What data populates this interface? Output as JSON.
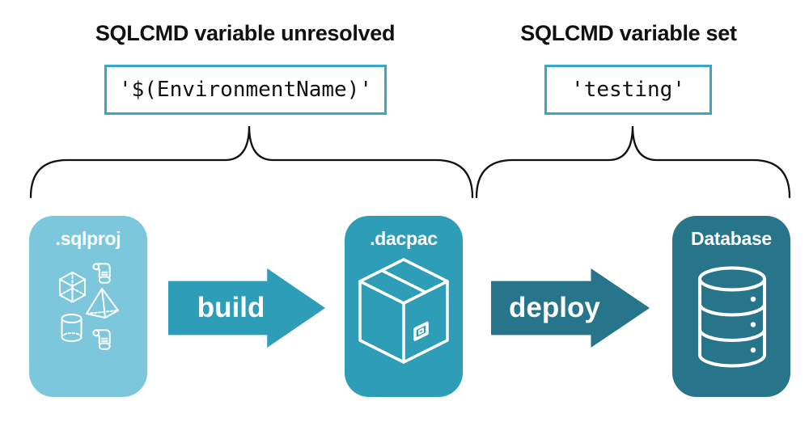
{
  "diagram": {
    "annotations": {
      "unresolved": {
        "heading": "SQLCMD variable unresolved",
        "code": "'$(EnvironmentName)'"
      },
      "set": {
        "heading": "SQLCMD variable set",
        "code": "'testing'"
      }
    },
    "pipeline": {
      "nodes": [
        {
          "id": "sqlproj",
          "label": ".sqlproj",
          "color": "#7cc7db",
          "icon": "sql-objects-icons"
        },
        {
          "id": "dacpac",
          "label": ".dacpac",
          "color": "#2e9db7",
          "icon": "package-box-icon"
        },
        {
          "id": "database",
          "label": "Database",
          "color": "#26758a",
          "icon": "database-icon"
        }
      ],
      "arrows": [
        {
          "label": "build",
          "color": "#2e9db7"
        },
        {
          "label": "deploy",
          "color": "#26758a"
        }
      ]
    },
    "colors": {
      "code_box_border": "#3aa7c4",
      "brace": "#111111",
      "heading_text": "#111111",
      "code_text": "#111111",
      "icon_stroke": "#ffffff",
      "background": "#ffffff"
    }
  }
}
